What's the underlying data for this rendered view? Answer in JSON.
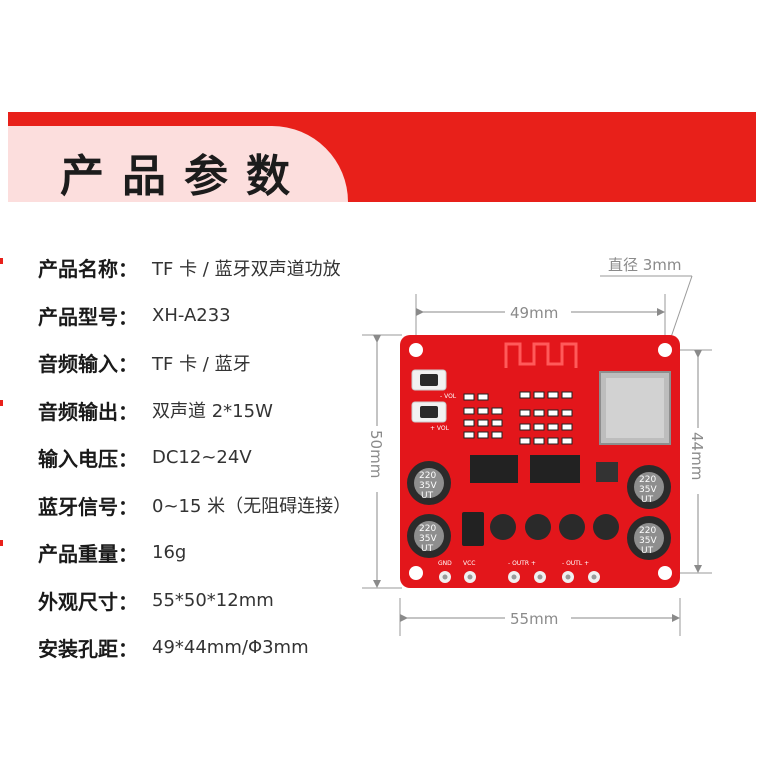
{
  "header": {
    "title": "产品参数"
  },
  "specs": [
    {
      "label": "产品名称：",
      "value": "TF 卡 / 蓝牙双声道功放"
    },
    {
      "label": "产品型号：",
      "value": "XH-A233"
    },
    {
      "label": "音频输入：",
      "value": "TF 卡 / 蓝牙"
    },
    {
      "label": "音频输出：",
      "value": "双声道 2*15W"
    },
    {
      "label": "输入电压：",
      "value": "DC12~24V"
    },
    {
      "label": "蓝牙信号：",
      "value": "0~15 米（无阻碍连接）"
    },
    {
      "label": "产品重量：",
      "value": "16g"
    },
    {
      "label": "外观尺寸：",
      "value": "55*50*12mm"
    },
    {
      "label": "安装孔距：",
      "value": "49*44mm/Φ3mm"
    }
  ],
  "dimensions": {
    "hole_diameter": "直径 3mm",
    "hole_spacing_width": "49mm",
    "board_width": "55mm",
    "board_height": "50mm",
    "hole_spacing_height": "44mm"
  },
  "board": {
    "capacitor_label": [
      "220",
      "35V",
      "UT"
    ],
    "silk_labels": {
      "gnd": "GND",
      "vcc": "VCC",
      "outr": "- OUTR +",
      "outl": "- OUTL +",
      "vol_minus": "- VOL",
      "vol_plus": "+ VOL"
    }
  },
  "colors": {
    "brand_red": "#e8201a",
    "tab_pink": "#fcdedd",
    "board_red": "#e3161b",
    "dimension_gray": "#8a8a8a"
  }
}
